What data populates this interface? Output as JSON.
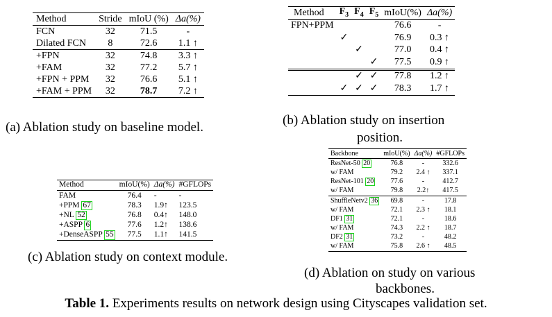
{
  "panel_a": {
    "header": [
      "Method",
      "Stride",
      "mIoU (%)",
      "Δa(%)"
    ],
    "rows": [
      [
        "FCN",
        "32",
        "71.5",
        "-"
      ],
      [
        "Dilated FCN",
        "8",
        "72.6",
        "1.1 ↑"
      ],
      [
        "+FPN",
        "32",
        "74.8",
        "3.3 ↑"
      ],
      [
        "+FAM",
        "32",
        "77.2",
        "5.7 ↑"
      ],
      [
        "+FPN + PPM",
        "32",
        "76.6",
        "5.1 ↑"
      ],
      [
        "+FAM + PPM",
        "32",
        "78.7",
        "7.2 ↑"
      ]
    ],
    "caption": "(a) Ablation study on baseline model."
  },
  "panel_b": {
    "header": [
      "Method",
      "F3",
      "F4",
      "F5",
      "mIoU(%)",
      "Δa(%)"
    ],
    "rows": [
      [
        "FPN+PPM",
        "",
        "",
        "",
        "76.6",
        "-"
      ],
      [
        "",
        "✓",
        "",
        "",
        "76.9",
        "0.3 ↑"
      ],
      [
        "",
        "",
        "✓",
        "",
        "77.0",
        "0.4 ↑"
      ],
      [
        "",
        "",
        "",
        "✓",
        "77.5",
        "0.9 ↑"
      ],
      [
        "",
        "",
        "✓",
        "✓",
        "77.8",
        "1.2 ↑"
      ],
      [
        "",
        "✓",
        "✓",
        "✓",
        "78.3",
        "1.7 ↑"
      ]
    ],
    "caption_line1": "(b) Ablation study on insertion",
    "caption_line2": "position."
  },
  "panel_c": {
    "header": [
      "Method",
      "mIoU(%)",
      "Δa(%)",
      "#GFLOPs"
    ],
    "rows": [
      {
        "method": "FAM",
        "ref": "",
        "miou": "76.4",
        "delta": "-",
        "gflops": "-"
      },
      {
        "method": "+PPM",
        "ref": "67",
        "miou": "78.3",
        "delta": "1.9↑",
        "gflops": "123.5"
      },
      {
        "method": "+NL",
        "ref": "52",
        "miou": "76.8",
        "delta": "0.4↑",
        "gflops": "148.0"
      },
      {
        "method": "+ASPP",
        "ref": "6",
        "miou": "77.6",
        "delta": "1.2↑",
        "gflops": "138.6"
      },
      {
        "method": "+DenseASPP",
        "ref": "55",
        "miou": "77.5",
        "delta": "1.1↑",
        "gflops": "141.5"
      }
    ],
    "caption": "(c) Ablation study on context module."
  },
  "panel_d": {
    "header": [
      "Backbone",
      "mIoU(%)",
      "Δa(%)",
      "#GFLOPs"
    ],
    "group1": [
      {
        "name": "ResNet-50",
        "ref": "20",
        "miou": "76.8",
        "delta": "-",
        "gflops": "332.6"
      },
      {
        "name": "w/ FAM",
        "ref": "",
        "miou": "79.2",
        "delta": "2.4 ↑",
        "gflops": "337.1"
      },
      {
        "name": "ResNet-101",
        "ref": "20",
        "miou": "77.6",
        "delta": "-",
        "gflops": "412.7"
      },
      {
        "name": "w/ FAM",
        "ref": "",
        "miou": "79.8",
        "delta": "2.2↑",
        "gflops": "417.5"
      }
    ],
    "group2": [
      {
        "name": "ShuffleNetv2",
        "ref": "36",
        "miou": "69.8",
        "delta": "-",
        "gflops": "17.8"
      },
      {
        "name": "w/ FAM",
        "ref": "",
        "miou": "72.1",
        "delta": "2.3 ↑",
        "gflops": "18.1"
      },
      {
        "name": "DF1",
        "ref": "31",
        "miou": "72.1",
        "delta": "-",
        "gflops": "18.6"
      },
      {
        "name": "w/ FAM",
        "ref": "",
        "miou": "74.3",
        "delta": "2.2 ↑",
        "gflops": "18.7"
      },
      {
        "name": "DF2",
        "ref": "31",
        "miou": "73.2",
        "delta": "-",
        "gflops": "48.2"
      },
      {
        "name": "w/ FAM",
        "ref": "",
        "miou": "75.8",
        "delta": "2.6 ↑",
        "gflops": "48.5"
      }
    ],
    "caption_line1": "(d) Ablation on study on various",
    "caption_line2": "backbones."
  },
  "table_caption": {
    "label": "Table 1.",
    "text": " Experiments results on network design using Cityscapes validation set."
  },
  "colors": {
    "ref_box": "#1fd11f"
  }
}
